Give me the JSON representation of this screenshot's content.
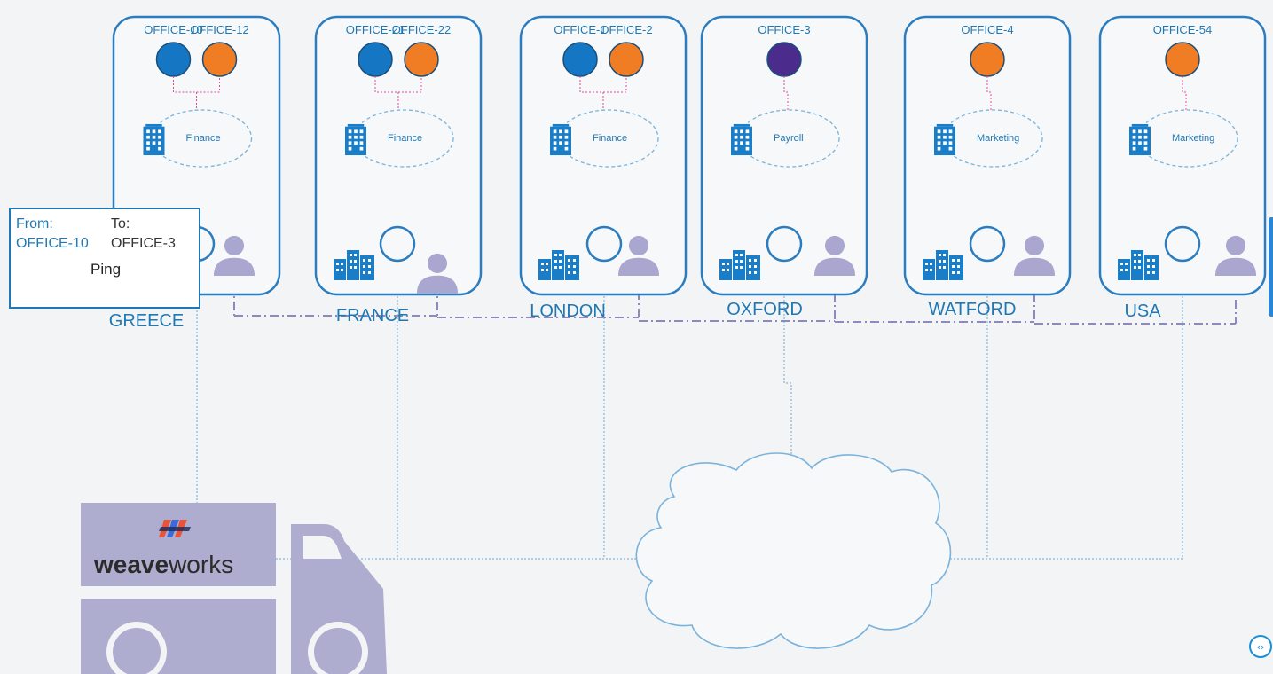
{
  "colors": {
    "box_border": "#2b7dc0",
    "blue_node": "#1577c4",
    "orange_node": "#f07d24",
    "purple_node": "#4b2c8c",
    "building": "#1a7dc8",
    "person": "#a9a6cf",
    "truck": "#aeaccf",
    "dashed_purple": "#8e88c0",
    "link_blue": "#6aa6d6",
    "pink_link": "#e0479e",
    "cloud": "#7ab3dc"
  },
  "locations": [
    {
      "name": "GREECE",
      "department": "Finance",
      "nodes": [
        {
          "label": "OFFICE-10",
          "color": "blue"
        },
        {
          "label": "OFFICE-12",
          "color": "orange"
        }
      ]
    },
    {
      "name": "FRANCE",
      "department": "Finance",
      "nodes": [
        {
          "label": "OFFICE-21",
          "color": "blue"
        },
        {
          "label": "OFFICE-22",
          "color": "orange"
        }
      ]
    },
    {
      "name": "LONDON",
      "department": "Finance",
      "nodes": [
        {
          "label": "OFFICE-1",
          "color": "blue"
        },
        {
          "label": "OFFICE-2",
          "color": "orange"
        }
      ]
    },
    {
      "name": "OXFORD",
      "department": "Payroll",
      "nodes": [
        {
          "label": "OFFICE-3",
          "color": "purple"
        }
      ]
    },
    {
      "name": "WATFORD",
      "department": "Marketing",
      "nodes": [
        {
          "label": "OFFICE-4",
          "color": "orange"
        }
      ]
    },
    {
      "name": "USA",
      "department": "Marketing",
      "nodes": [
        {
          "label": "OFFICE-54",
          "color": "orange"
        }
      ]
    }
  ],
  "note": {
    "from_label": "From:",
    "from_value": "OFFICE-10",
    "to_label": "To:",
    "to_value": "OFFICE-3",
    "message": "Ping"
  },
  "truck": {
    "brand_bold": "weave",
    "brand_rest": "works"
  },
  "icons": {
    "building": "office-building-icon",
    "person": "person-icon",
    "cloud": "cloud-icon",
    "logo": "weaveworks-logo-icon",
    "corner": "code-brackets-icon"
  },
  "corner_button": {
    "glyph": "‹›"
  }
}
